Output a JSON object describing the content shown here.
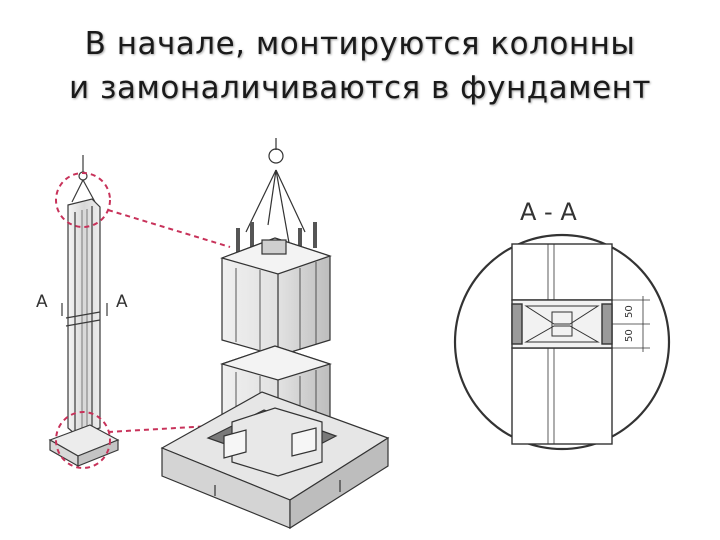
{
  "title": {
    "line1": "В начале, монтируются колонны",
    "line2": "и замоналичиваются в фундамент"
  },
  "diagram": {
    "section_label": "А - А",
    "cut_label_left": "А",
    "cut_label_right": "А",
    "dim_label_top": "50",
    "dim_label_bottom": "50"
  },
  "colors": {
    "callout": "#c8325a",
    "line": "#3a3a3a",
    "shade": "#c9c9c9"
  }
}
